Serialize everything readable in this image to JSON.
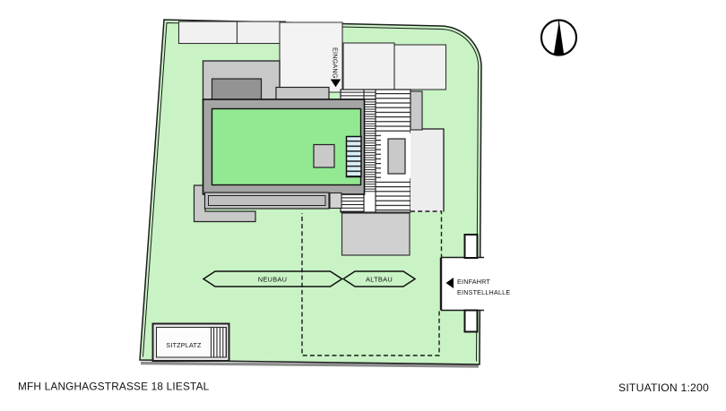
{
  "drawing": {
    "footer": {
      "project_title": "MFH LANGHAGSTRASSE 18 LIESTAL",
      "scale_title": "SITUATION 1:200"
    },
    "labels": {
      "eingang": "EINGANG",
      "neubau": "NEUBAU",
      "altbau": "ALTBAU",
      "einfahrt_line1": "EINFAHRT",
      "einfahrt_line2": "EINSTELLHALLE",
      "sitzplatz": "SITZPLATZ"
    },
    "icons": {
      "north": "north-compass-arrow",
      "eingang": "down-arrow",
      "einfahrt": "left-arrow"
    },
    "colors": {
      "site_green": "#c9f3c5",
      "roof_green": "#92e992",
      "glass_blue": "#d9eef7",
      "roof_band_gray": "#a5a5a5",
      "plate_light_gray": "#c8c8c8",
      "plate_dark_gray": "#939393",
      "terrace_gray": "#c0c0c0",
      "forecourt_gray": "#d0d0d0",
      "path_gray": "#f1f1f1",
      "line_black": "#1a1a1a"
    }
  }
}
